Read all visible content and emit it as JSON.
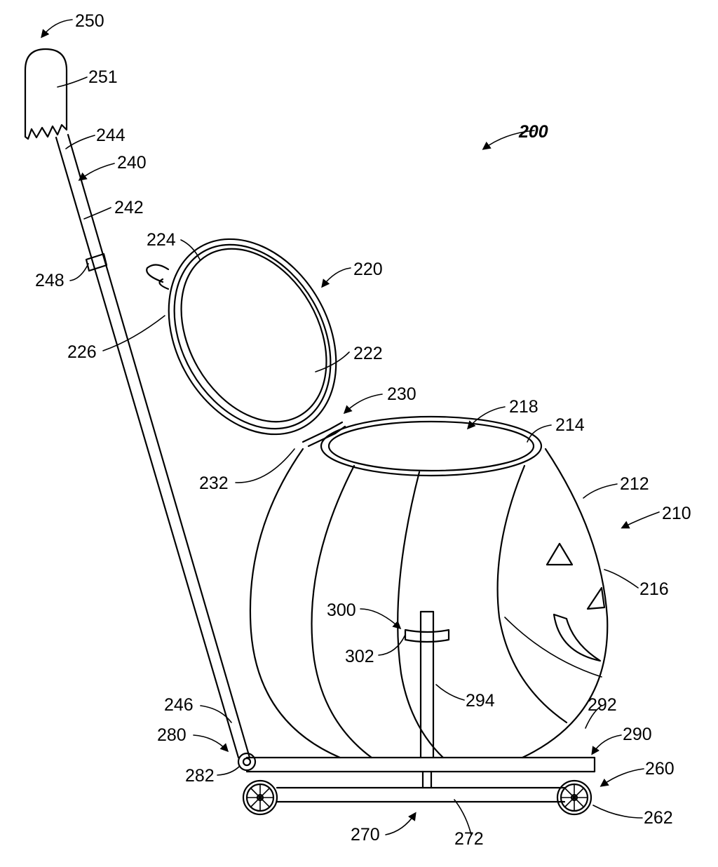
{
  "figure": {
    "labels": {
      "l200": "200",
      "l210": "210",
      "l212": "212",
      "l214": "214",
      "l216": "216",
      "l218": "218",
      "l220": "220",
      "l222": "222",
      "l224": "224",
      "l226": "226",
      "l230": "230",
      "l232": "232",
      "l240": "240",
      "l242": "242",
      "l244": "244",
      "l246": "246",
      "l248": "248",
      "l250": "250",
      "l251": "251",
      "l260": "260",
      "l262": "262",
      "l270": "270",
      "l272": "272",
      "l280": "280",
      "l282": "282",
      "l290": "290",
      "l292": "292",
      "l294": "294",
      "l300": "300",
      "l302": "302"
    }
  }
}
